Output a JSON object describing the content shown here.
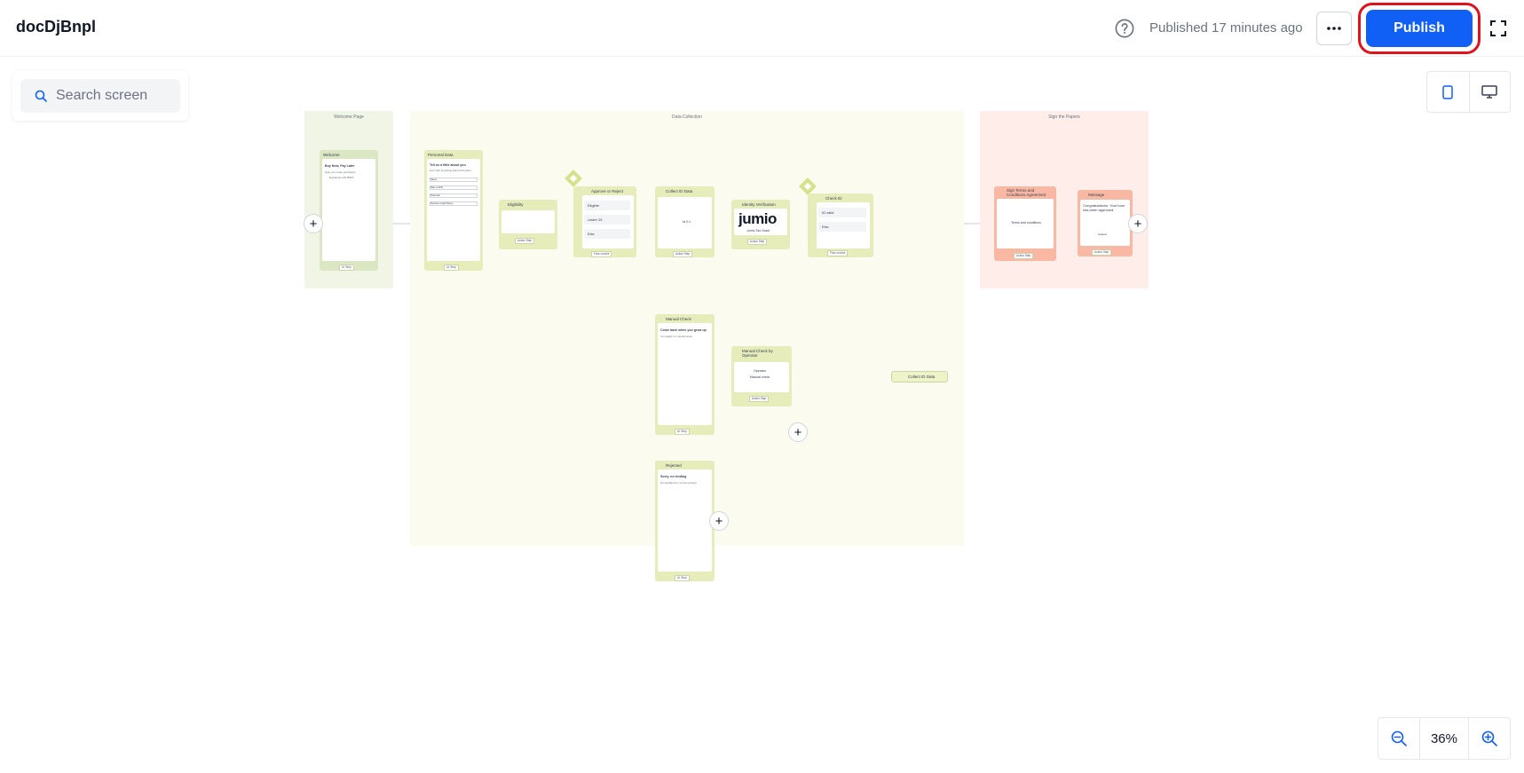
{
  "header": {
    "title": "docDjBnpl",
    "status": "Published 17 minutes ago",
    "publish_label": "Publish"
  },
  "search": {
    "placeholder": "Search screen"
  },
  "zoom": {
    "value": "36%"
  },
  "flow": {
    "groups": {
      "welcome": "Welcome Page",
      "data": "Data Collection",
      "sign": "Sign the Papers"
    },
    "nodes": {
      "welcome": {
        "title": "Welcome",
        "heading": "Buy Now, Pay Later",
        "line1": "Help you make purchases",
        "line2": "Explained with BNPL",
        "btn": "UI Step"
      },
      "personal": {
        "title": "Personal Data",
        "heading": "Tell us a little about you",
        "line1": "Let's start by getting basic information.",
        "f1": "Name",
        "f2": "Date of birth",
        "f3": "Postcode",
        "f4": "Previous credit history",
        "btn": "UI Step"
      },
      "eligibility": {
        "title": "Eligibility",
        "btn": "Action Step"
      },
      "approve": {
        "title": "Approve or Reject",
        "r1": "Eligible",
        "r2": "Under 25",
        "r3": "Else",
        "btn": "Flow control"
      },
      "collect": {
        "title": "Collect ID Data",
        "inner": "Id 0.1",
        "btn": "Action Step"
      },
      "identity": {
        "title": "Identity Verification",
        "logo": "jumio",
        "sub": "Jumio Tax Grant",
        "btn": "Action Step"
      },
      "checkid": {
        "title": "Check ID",
        "r1": "ID valid",
        "r2": "Else",
        "btn": "Flow control"
      },
      "manual": {
        "title": "Manual Check",
        "heading": "Come back when you grow up",
        "line1": "You qualify for manual check",
        "btn": "UI Step"
      },
      "operator": {
        "title": "Manual Check by Operator",
        "l1": "Operator",
        "l2": "Manual check",
        "btn": "Action Step"
      },
      "rejected": {
        "title": "Rejected",
        "heading": "Sorry, no lending",
        "line1": "Not qualified for our loan product",
        "btn": "UI Step"
      },
      "jump": {
        "label": "Collect ID Data"
      },
      "terms": {
        "title": "Sign Terms and Conditions Agreement",
        "inner": "Terms and conditions",
        "btn": "Action Step"
      },
      "message": {
        "title": "Message",
        "text": "Congratulations. Your loan has been approved.",
        "btn2": "Upload",
        "btn": "Action Step"
      }
    }
  },
  "colors": {
    "accent": "#1060f5",
    "highlight": "#e0121b",
    "node_green": "#e6edbb",
    "group_green": "#f8fae8",
    "node_red": "#f8b8a4",
    "group_red": "#feede8"
  }
}
